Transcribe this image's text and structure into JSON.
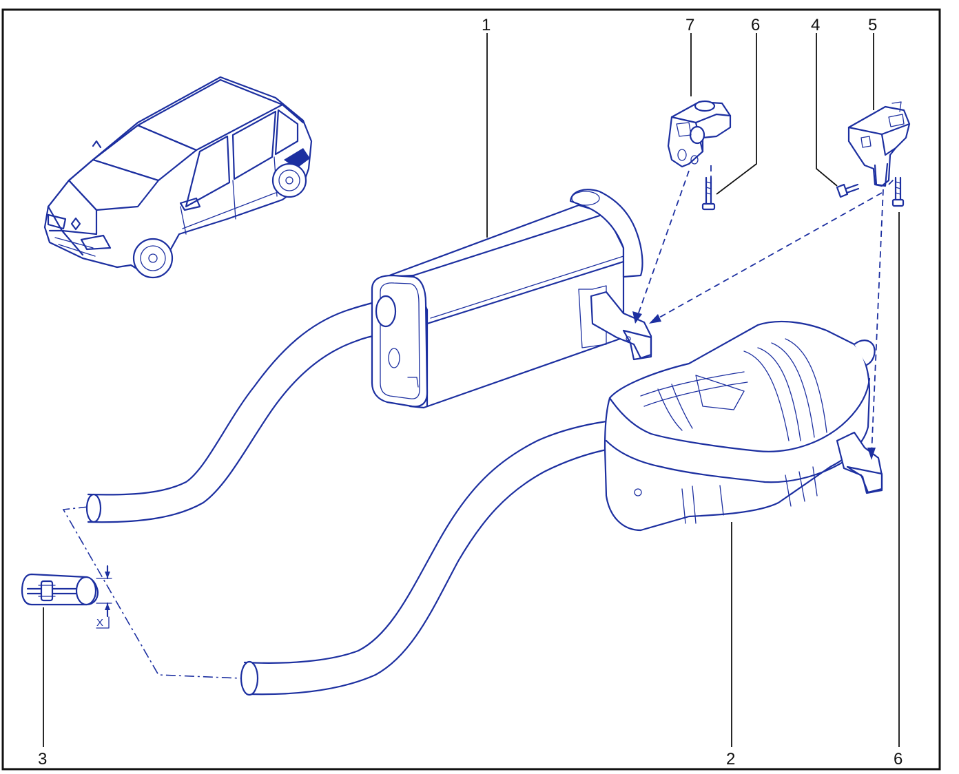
{
  "colors": {
    "line": "#1c2fa0",
    "frame": "#111111",
    "background": "#ffffff"
  },
  "callouts": {
    "c1": "1",
    "c2": "2",
    "c3": "3",
    "c4": "4",
    "c5": "5",
    "c6_top": "6",
    "c6_bottom": "6",
    "c7": "7"
  },
  "dimension_label": "X"
}
